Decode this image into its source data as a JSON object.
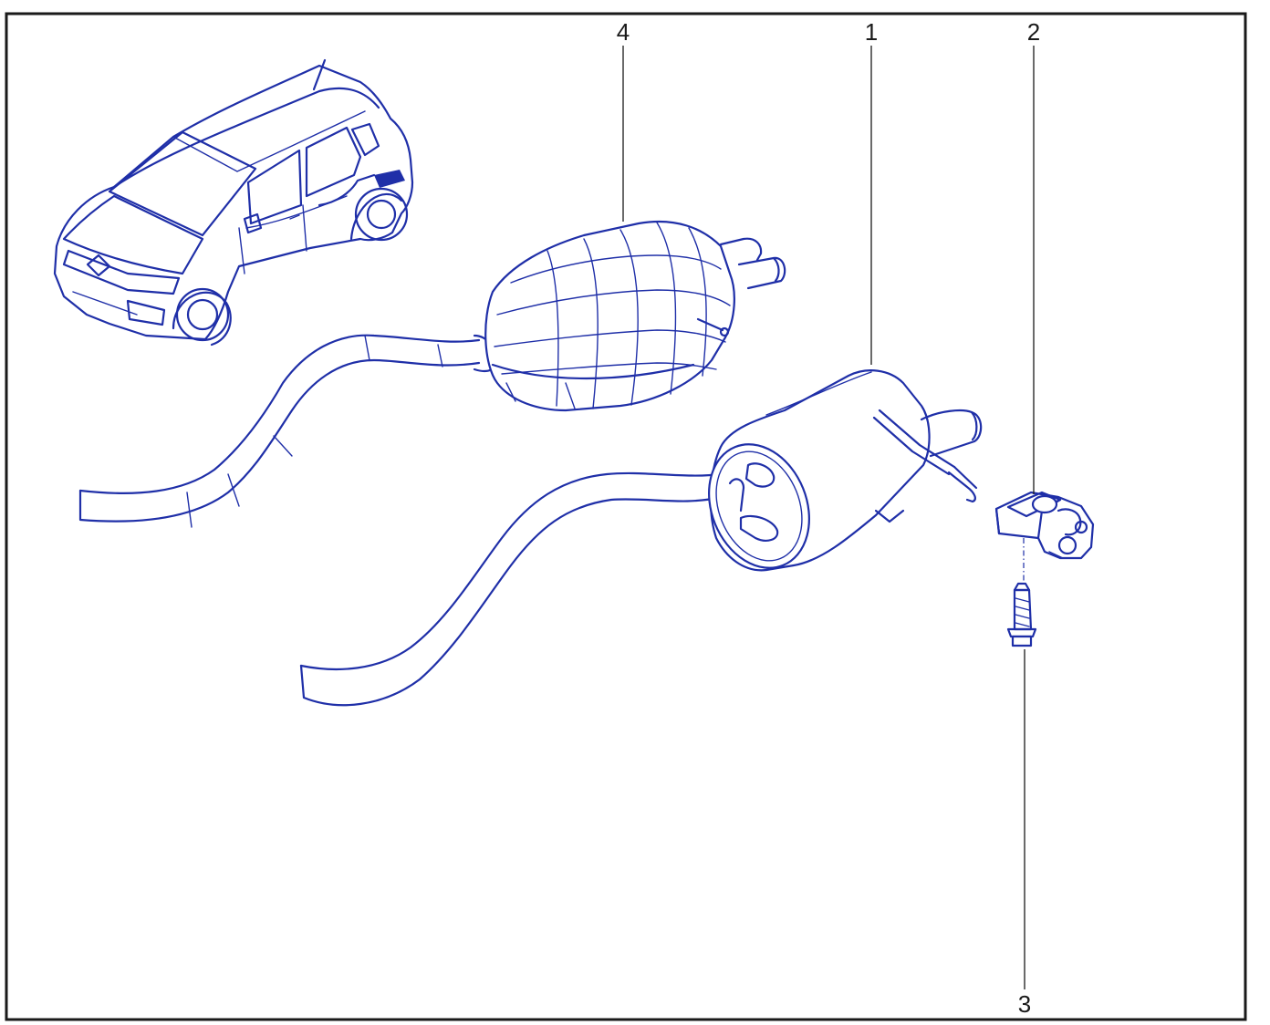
{
  "diagram": {
    "callouts": {
      "c1": "1",
      "c2": "2",
      "c3": "3",
      "c4": "4"
    },
    "colors": {
      "line": "#1f2fa8",
      "frame": "#1a1a1a",
      "background": "#ffffff"
    },
    "parts": [
      {
        "ref": "1",
        "name": "rear-silencer"
      },
      {
        "ref": "2",
        "name": "mounting-bracket"
      },
      {
        "ref": "3",
        "name": "bolt"
      },
      {
        "ref": "4",
        "name": "intermediate-silencer"
      }
    ]
  }
}
